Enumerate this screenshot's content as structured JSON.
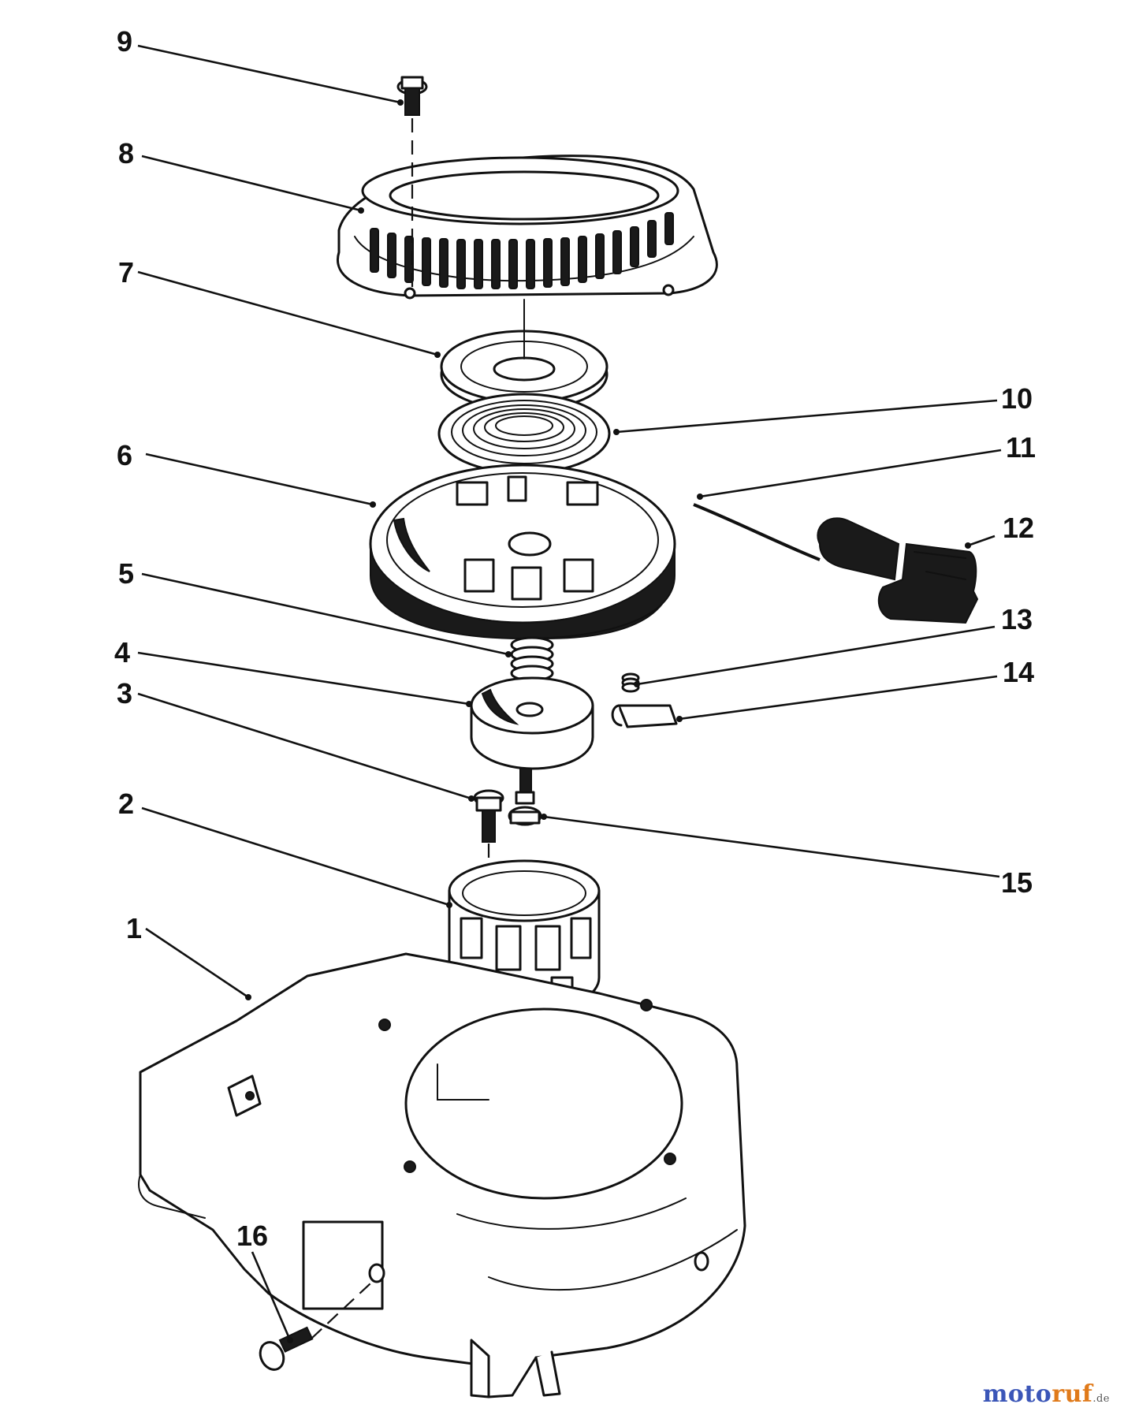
{
  "diagram": {
    "callouts": [
      {
        "id": "p1",
        "label": "1"
      },
      {
        "id": "p2",
        "label": "2"
      },
      {
        "id": "p3",
        "label": "3"
      },
      {
        "id": "p4",
        "label": "4"
      },
      {
        "id": "p5",
        "label": "5"
      },
      {
        "id": "p6",
        "label": "6"
      },
      {
        "id": "p7",
        "label": "7"
      },
      {
        "id": "p8",
        "label": "8"
      },
      {
        "id": "p9",
        "label": "9"
      },
      {
        "id": "p10",
        "label": "10"
      },
      {
        "id": "p11",
        "label": "11"
      },
      {
        "id": "p12",
        "label": "12"
      },
      {
        "id": "p13",
        "label": "13"
      },
      {
        "id": "p14",
        "label": "14"
      },
      {
        "id": "p15",
        "label": "15"
      },
      {
        "id": "p16",
        "label": "16"
      }
    ]
  },
  "watermark": {
    "part1": "moto",
    "part2": "ruf",
    "suffix": ".de"
  }
}
